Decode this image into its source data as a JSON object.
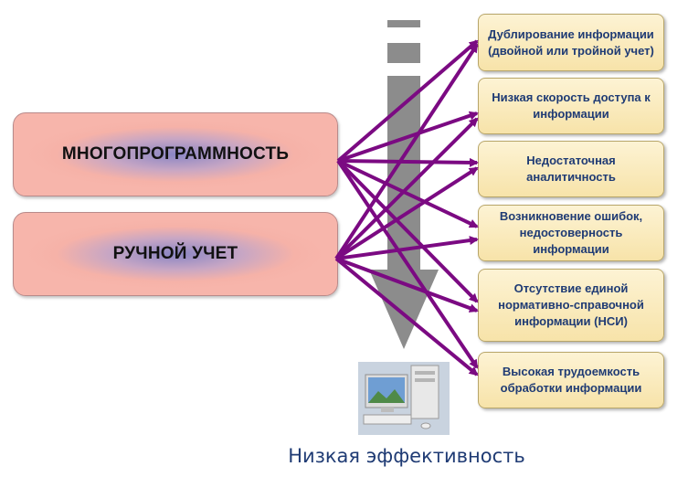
{
  "causes": [
    {
      "label": "МНОГОПРОГРАММНОСТЬ"
    },
    {
      "label": "РУЧНОЙ УЧЕТ"
    }
  ],
  "effects": [
    {
      "label": "Дублирование информации (двойной или тройной учет)"
    },
    {
      "label": "Низкая скорость доступа к информации"
    },
    {
      "label": "Недостаточная аналитичность"
    },
    {
      "label": "Возникновение ошибок, недостоверность информации"
    },
    {
      "label": "Отсутствие единой нормативно-справочной информации (НСИ)"
    },
    {
      "label": "Высокая трудоемкость обработки информации"
    }
  ],
  "result": {
    "label": "Низкая эффективность"
  },
  "colors": {
    "arrow": "#7b0a82",
    "cause_fill": "#f7b5ab",
    "cause_center": "#8a86c4",
    "effect_fill": "#f7e3a9",
    "effect_text": "#1f3b74",
    "down_arrow": "#8c8c8c"
  },
  "icons": {
    "down_arrow": "downward-gray-arrow-icon",
    "computer": "desktop-computer-icon"
  }
}
